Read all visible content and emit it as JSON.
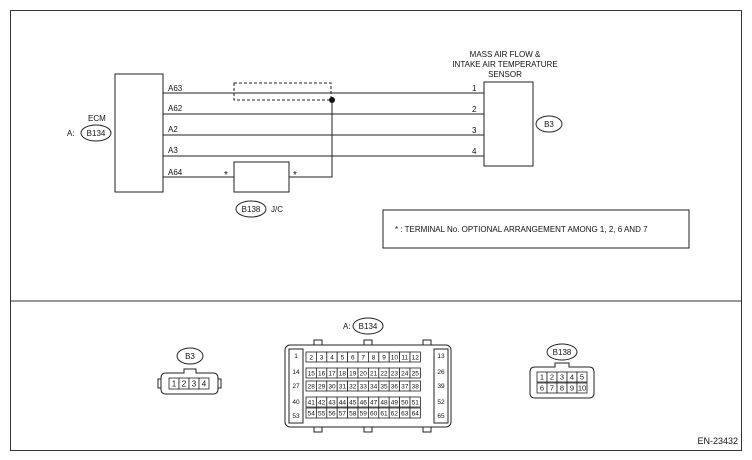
{
  "ecm": {
    "label": "ECM",
    "connector_prefix": "A:",
    "connector_code": "B134",
    "pins": [
      "A63",
      "A62",
      "A2",
      "A3",
      "A64"
    ]
  },
  "sensor": {
    "name_lines": [
      "MASS AIR FLOW &",
      "INTAKE AIR TEMPERATURE",
      "SENSOR"
    ],
    "connector_code": "B3",
    "pins": [
      "1",
      "2",
      "3",
      "4"
    ]
  },
  "junction": {
    "connector_code": "B138",
    "label": "J/C",
    "star": "*"
  },
  "note": "* : TERMINAL No. OPTIONAL ARRANGEMENT AMONG 1, 2, 6 AND 7",
  "connectors": {
    "b3": {
      "code": "B3",
      "pins": [
        "1",
        "2",
        "3",
        "4"
      ]
    },
    "b134": {
      "prefix": "A:",
      "code": "B134",
      "row1": [
        "2",
        "3",
        "4",
        "5",
        "6",
        "7",
        "8",
        "9",
        "10",
        "11",
        "12"
      ],
      "row2": [
        "15",
        "16",
        "17",
        "18",
        "19",
        "20",
        "21",
        "22",
        "23",
        "24",
        "25"
      ],
      "row3": [
        "28",
        "29",
        "30",
        "31",
        "32",
        "33",
        "34",
        "35",
        "36",
        "37",
        "38"
      ],
      "row4": [
        "41",
        "42",
        "43",
        "44",
        "45",
        "46",
        "47",
        "48",
        "49",
        "50",
        "51"
      ],
      "row5": [
        "54",
        "55",
        "56",
        "57",
        "58",
        "59",
        "60",
        "61",
        "62",
        "63",
        "64"
      ],
      "left_col": [
        "1",
        "14",
        "27",
        "40",
        "53"
      ],
      "right_col": [
        "13",
        "26",
        "39",
        "52",
        "65"
      ]
    },
    "b138": {
      "code": "B138",
      "row1": [
        "1",
        "2",
        "3",
        "4",
        "5"
      ],
      "row2": [
        "6",
        "7",
        "8",
        "9",
        "10"
      ]
    }
  },
  "figure_id": "EN-23432"
}
